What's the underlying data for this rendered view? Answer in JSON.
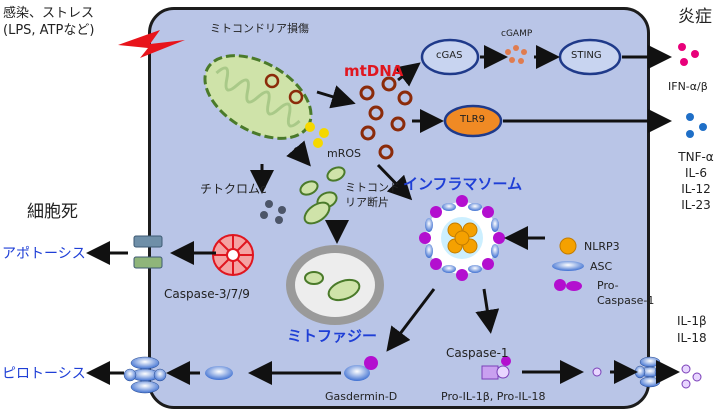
{
  "stimulus": {
    "line1": "感染、ストレス",
    "line2": "(LPS, ATPなど)"
  },
  "mito_damage": "ミトコンドリア損傷",
  "mtdna": "mtDNA",
  "cgas": "cGAS",
  "cgamp": "cGAMP",
  "sting": "STING",
  "tlr9": "TLR9",
  "mros": "mROS",
  "cytochrome_c": "チトクロムc",
  "mito_fragments": {
    "line1": "ミトコンド",
    "line2": "リア断片"
  },
  "inflammasome": "インフラマソーム",
  "mitophagy": "ミトファジー",
  "cell_death": "細胞死",
  "apoptosis": "アポトーシス",
  "pyroptosis": "ピロトーシス",
  "caspase_379": "Caspase-3/7/9",
  "caspase1": "Caspase-1",
  "gasdermin": "Gasdermin-D",
  "pro_il": "Pro-IL-1β, Pro-IL-18",
  "inflammation": "炎症",
  "ifn": "IFN-α/β",
  "cytokines": [
    "TNF-α",
    "IL-6",
    "IL-12",
    "IL-23"
  ],
  "il_out": [
    "IL-1β",
    "IL-18"
  ],
  "legend": {
    "nlrp3": "NLRP3",
    "asc": "ASC",
    "procasp_line1": "Pro-",
    "procasp_line2": "Caspase-1"
  },
  "colors": {
    "cell_fill": "#b9c5e7",
    "mito_green": "#cfe3a9",
    "tlr9_orange": "#f08a24",
    "asc_blue": "#3d6fd1",
    "nlrp3_orange": "#f5a100",
    "caspase_purple": "#b30fcf",
    "ifn_pink": "#e8007a",
    "cytokine_blue": "#1f6fc7",
    "il_violet": "#a25cf0"
  }
}
